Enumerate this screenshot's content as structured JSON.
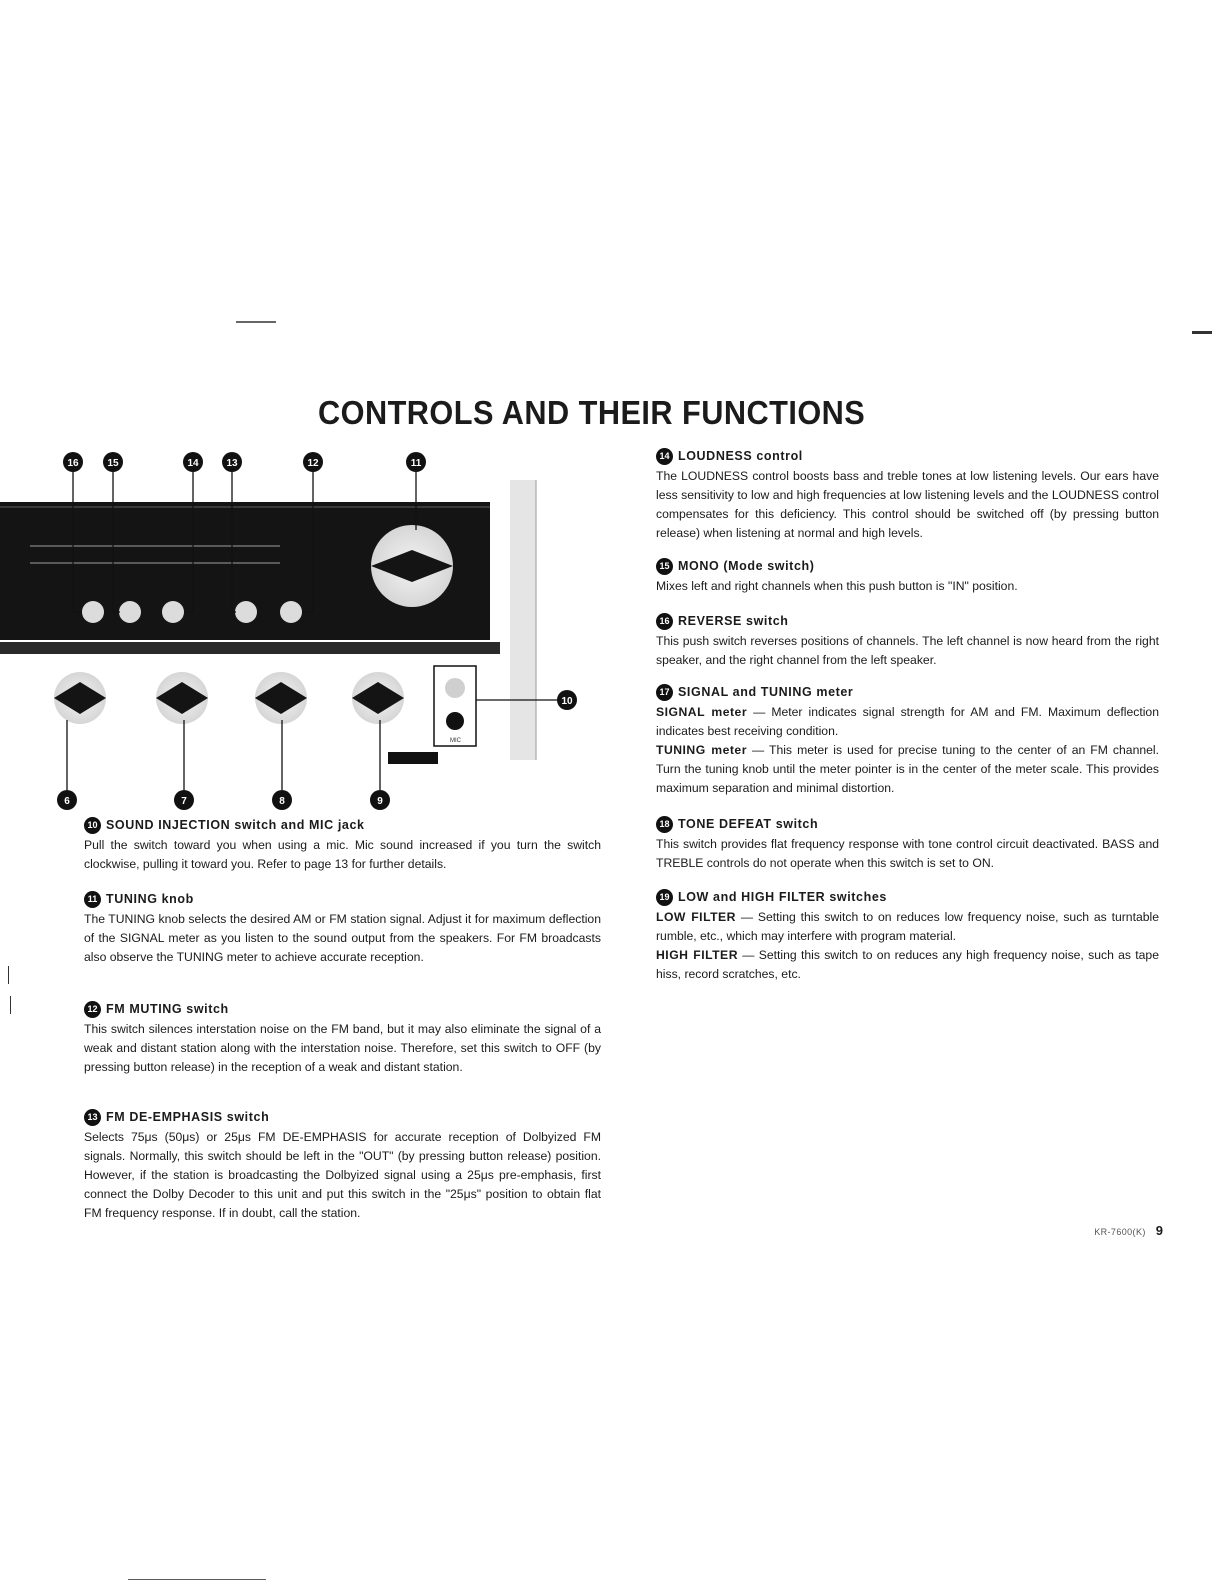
{
  "title": "CONTROLS AND THEIR FUNCTIONS",
  "figure": {
    "callouts_top": [
      "16",
      "15",
      "14",
      "13",
      "12",
      "11"
    ],
    "callouts_bottom": [
      "6",
      "7",
      "8",
      "9"
    ],
    "callout_right": "10",
    "mic_label": "MIC"
  },
  "sections_left": [
    {
      "num": "10",
      "title": "SOUND INJECTION switch and MIC jack",
      "body": "Pull the switch toward you when using a mic. Mic sound increased if you turn the switch clockwise, pulling it toward you. Refer to page 13 for further details."
    },
    {
      "num": "11",
      "title": "TUNING knob",
      "body": "The TUNING knob selects the desired AM or FM station signal. Adjust it for maximum deflection of the SIGNAL meter as you listen to the sound output from the speakers. For FM broadcasts also observe the TUNING meter to achieve accurate reception."
    },
    {
      "num": "12",
      "title": "FM MUTING switch",
      "body": "This switch silences interstation noise on the FM band, but it may also eliminate the signal of a weak and distant station along with the interstation noise. Therefore, set this switch to OFF (by pressing button release) in the reception of a weak and distant station."
    },
    {
      "num": "13",
      "title": "FM DE-EMPHASIS switch",
      "body": "Selects 75μs (50μs) or 25μs FM DE-EMPHASIS for accurate reception of Dolbyized FM signals. Normally, this switch should be left in the \"OUT\" (by pressing button release) position. However, if the station is broadcasting the Dolbyized signal using a 25μs pre-emphasis, first connect the Dolby Decoder to this unit and put this switch in the \"25μs\" position to obtain flat FM frequency response. If in doubt, call the station."
    }
  ],
  "sections_right": [
    {
      "num": "14",
      "title": "LOUDNESS control",
      "body": "The LOUDNESS control boosts bass and treble tones at low listening levels. Our ears have less sensitivity to low and high frequencies at low listening levels and the LOUDNESS control compensates for this deficiency. This control should be switched off (by pressing button release) when listening at normal and high levels."
    },
    {
      "num": "15",
      "title": "MONO (Mode switch)",
      "body": "Mixes left and right channels when this push button is \"IN\" position."
    },
    {
      "num": "16",
      "title": "REVERSE switch",
      "body": "This push switch reverses positions of channels. The left channel is now heard from the right speaker, and the right channel from the left speaker."
    },
    {
      "num": "17",
      "title": "SIGNAL and TUNING meter",
      "sub": [
        {
          "label": "SIGNAL meter",
          "text": "— Meter indicates signal strength for AM and FM. Maximum deflection indicates best receiving condition."
        },
        {
          "label": "TUNING meter",
          "text": "— This meter is used for precise tuning to the center of an FM channel. Turn the tuning knob until the meter pointer is in the center of the meter scale. This provides maximum separation and minimal distortion."
        }
      ]
    },
    {
      "num": "18",
      "title": "TONE DEFEAT switch",
      "body": "This switch provides flat frequency response with tone control circuit deactivated. BASS and TREBLE controls do not operate when this switch is set to ON."
    },
    {
      "num": "19",
      "title": "LOW and HIGH FILTER switches",
      "sub": [
        {
          "label": "LOW FILTER",
          "text": "— Setting this switch to on reduces low frequency noise, such as turntable rumble, etc., which may interfere with program material."
        },
        {
          "label": "HIGH FILTER",
          "text": "— Setting this switch to on reduces any high frequency noise, such as tape hiss, record scratches, etc."
        }
      ]
    }
  ],
  "footer": {
    "model": "KR-7600(K)",
    "page": "9"
  }
}
